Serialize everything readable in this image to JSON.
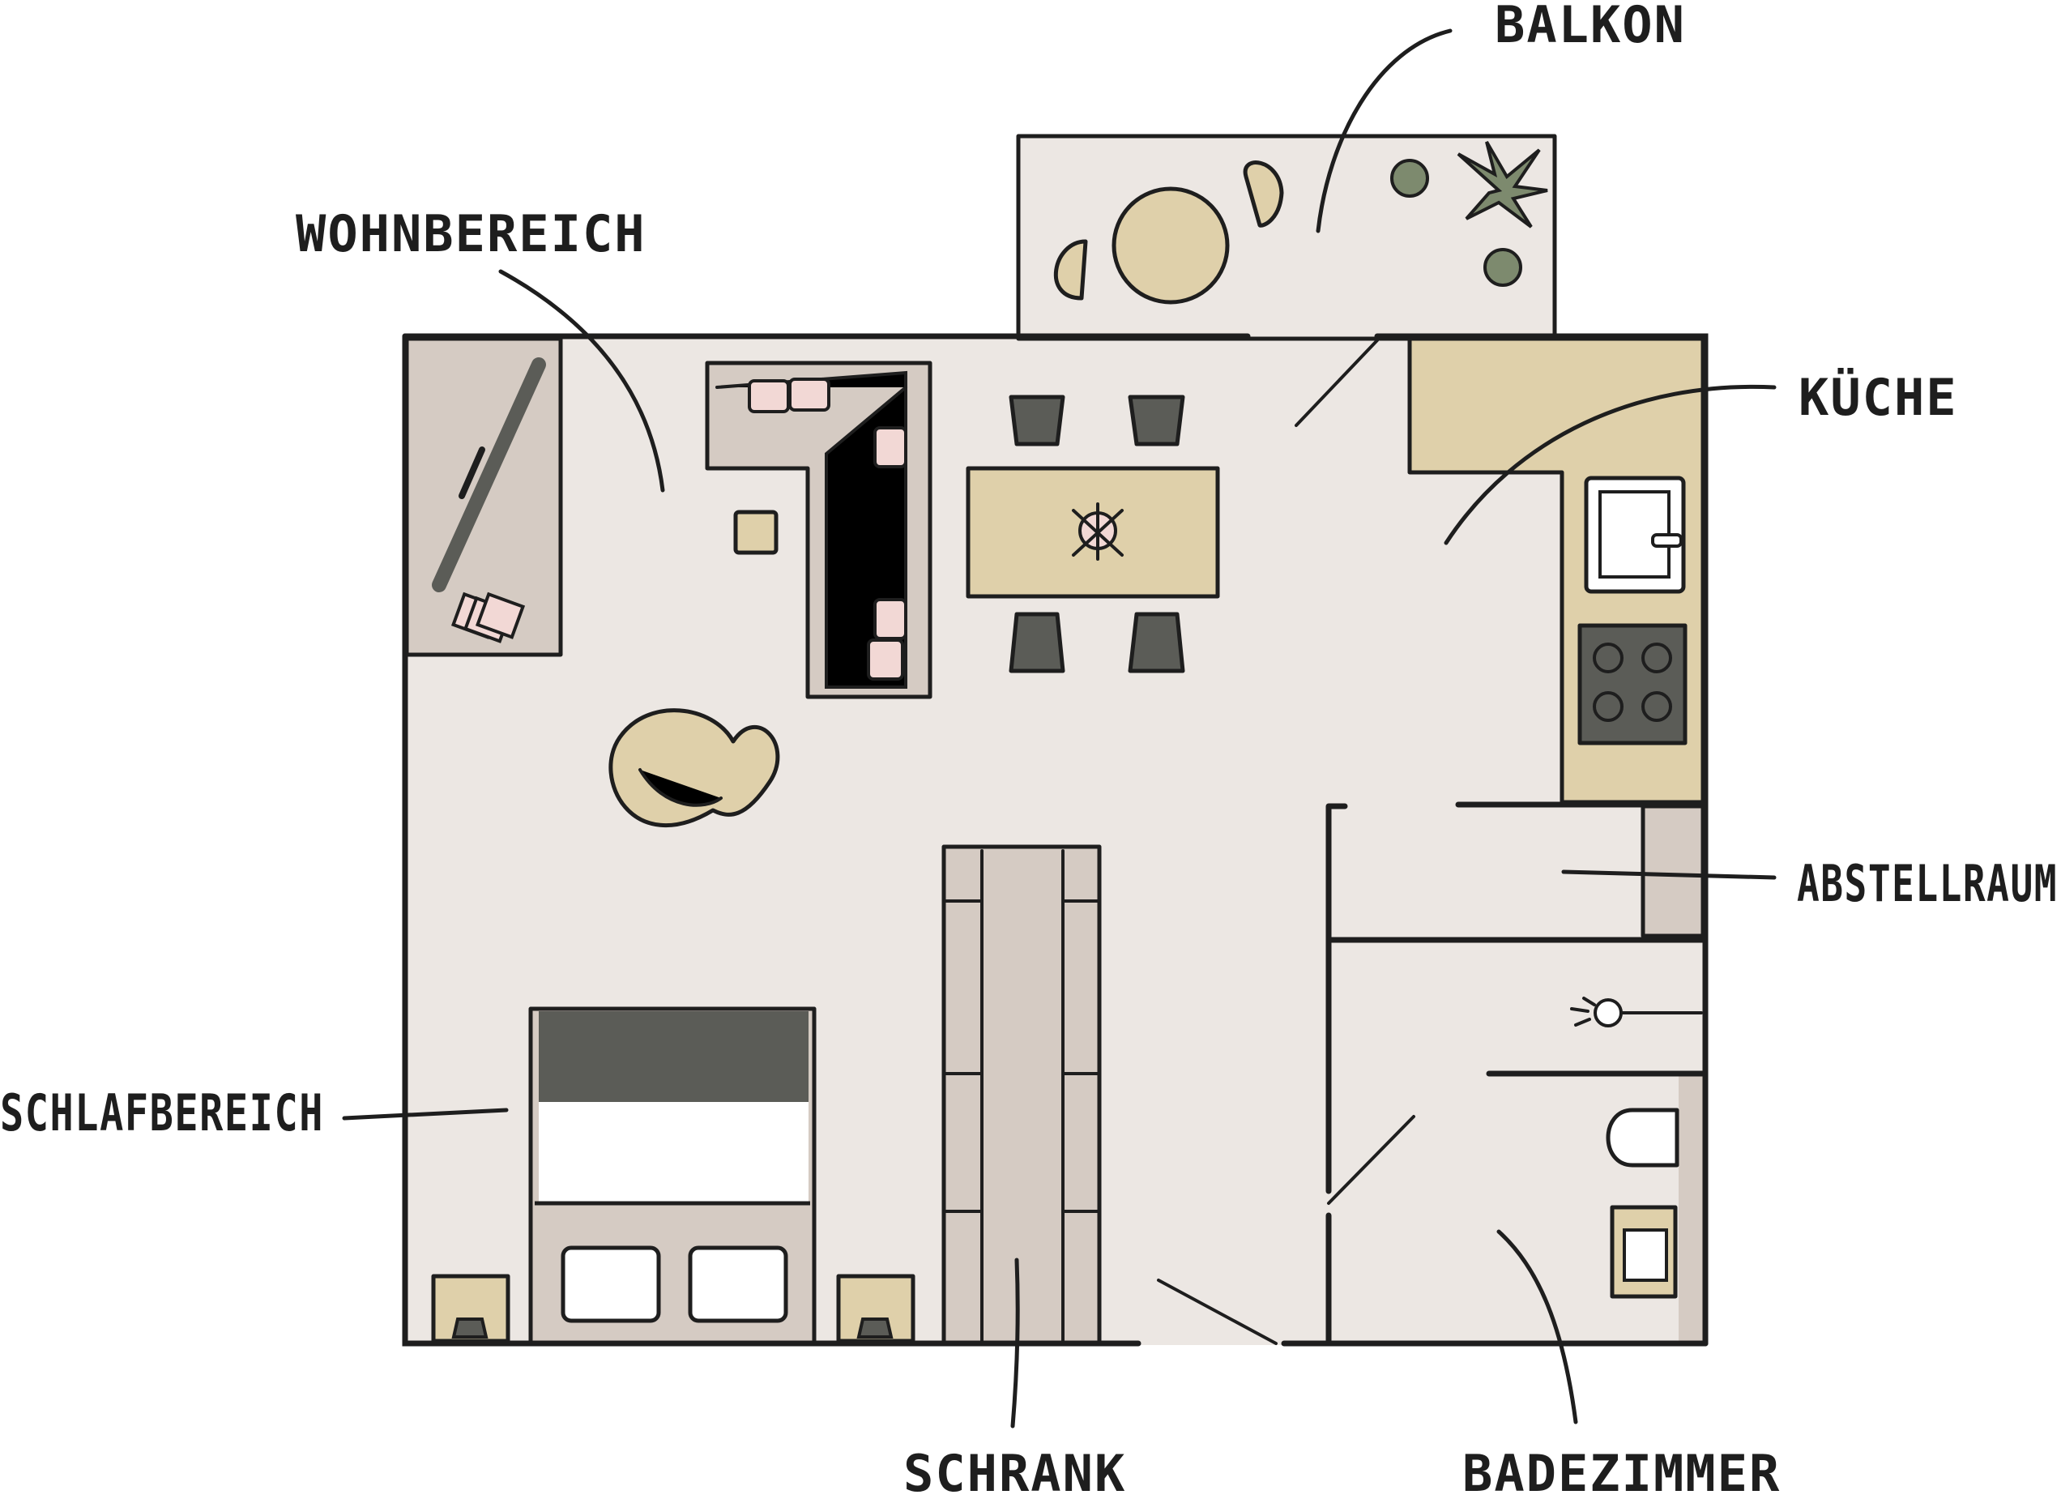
{
  "labels": {
    "balkon": "BALKON",
    "wohnbereich": "WOHNBEREICH",
    "kueche": "KÜCHE",
    "abstellraum": "ABSTELLRAUM",
    "schlafbereich": "SCHLAFBEREICH",
    "schrank": "SCHRANK",
    "badezimmer": "BADEZIMMER"
  },
  "colors": {
    "floor": "#ece7e3",
    "furniture_grey": "#d5cbc3",
    "beige": "#dfd0aa",
    "dark": "#5b5c57",
    "pink": "#f2d8d5",
    "line": "#1e1e1e"
  }
}
